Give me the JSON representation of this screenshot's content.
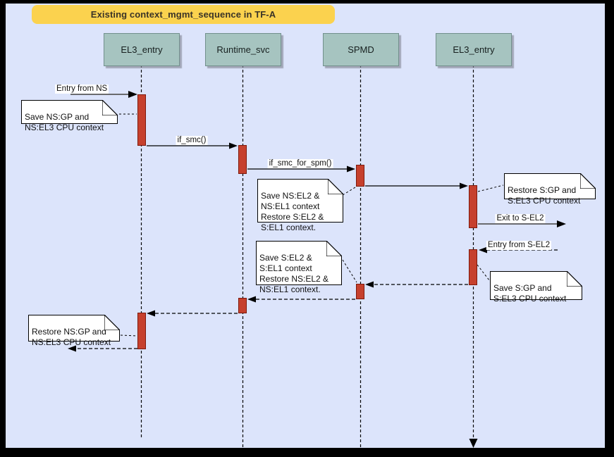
{
  "title": {
    "label": "Existing context_mgmt_sequence in TF-A"
  },
  "lifelines": [
    {
      "label": "EL3_entry"
    },
    {
      "label": "Runtime_svc"
    },
    {
      "label": "SPMD"
    },
    {
      "label": "EL3_entry"
    }
  ],
  "messages": {
    "entry_from_ns": {
      "label": "Entry from NS"
    },
    "if_smc": {
      "label": "if_smc()"
    },
    "if_smc_for_spm": {
      "label": "if_smc_for_spm()"
    },
    "exit_to_s_el2": {
      "label": "Exit to S-EL2"
    },
    "entry_from_s_el2": {
      "label": "Entry from S-EL2"
    }
  },
  "notes": {
    "save_ns_gp": {
      "text": "Save NS:GP and\nNS:EL3 CPU context"
    },
    "save_ns_el2": {
      "text": "Save NS:EL2 &\nNS:EL1 context\nRestore S:EL2 &\nS:EL1 context."
    },
    "restore_s_gp": {
      "text": "Restore S:GP and\nS:EL3 CPU context"
    },
    "save_s_el2": {
      "text": "Save S:EL2 &\nS:EL1 context\nRestore NS:EL2 &\nNS:EL1 context."
    },
    "save_s_gp": {
      "text": "Save S:GP and\nS:EL3 CPU context"
    },
    "restore_ns_gp": {
      "text": "Restore NS:GP and\nNS:EL3 CPU context"
    }
  },
  "colors": {
    "canvas_bg": "#dce4fb",
    "frame": "#000000",
    "title_bg": "#fbd24e",
    "lifeline_header_bg": "#a6c4c0",
    "activation_fill": "#c6402d",
    "activation_border": "#7f190c",
    "entry_exit_line": "#5a5a5a"
  }
}
